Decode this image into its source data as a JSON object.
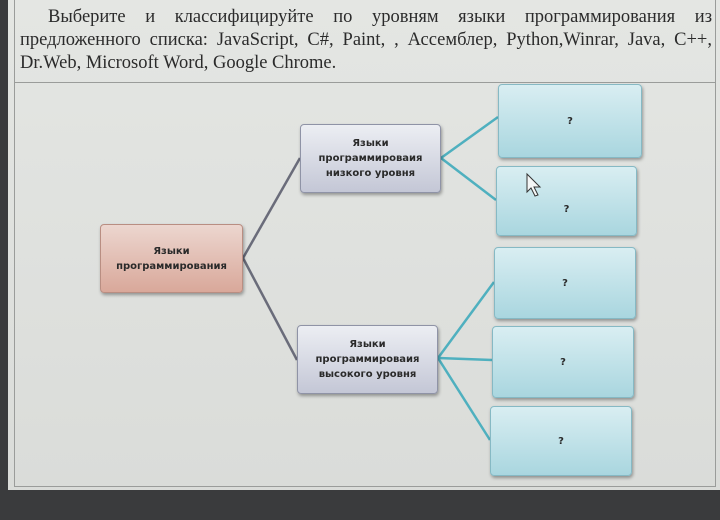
{
  "task_text": "Выберите и классифицируйте по уровням языки программирования из предложенного списка: JavaScript, C#, Paint, , Ассемблер, Python,Winrar, Java, C++, Dr.Web, Microsoft Word, Google Chrome.",
  "diagram": {
    "root": "Языки программирования",
    "low_level": "Языки программироваия низкого уровня",
    "high_level": "Языки программироваия высокого уровня",
    "low_answers": [
      "?",
      "?"
    ],
    "high_answers": [
      "?",
      "?",
      "?"
    ]
  },
  "colors": {
    "root": "#d9a89a",
    "branch": "#c4c7d6",
    "leaf": "#a9d6df",
    "connector_root": "#6a6c7a",
    "connector_leaf": "#4fb0bf"
  }
}
